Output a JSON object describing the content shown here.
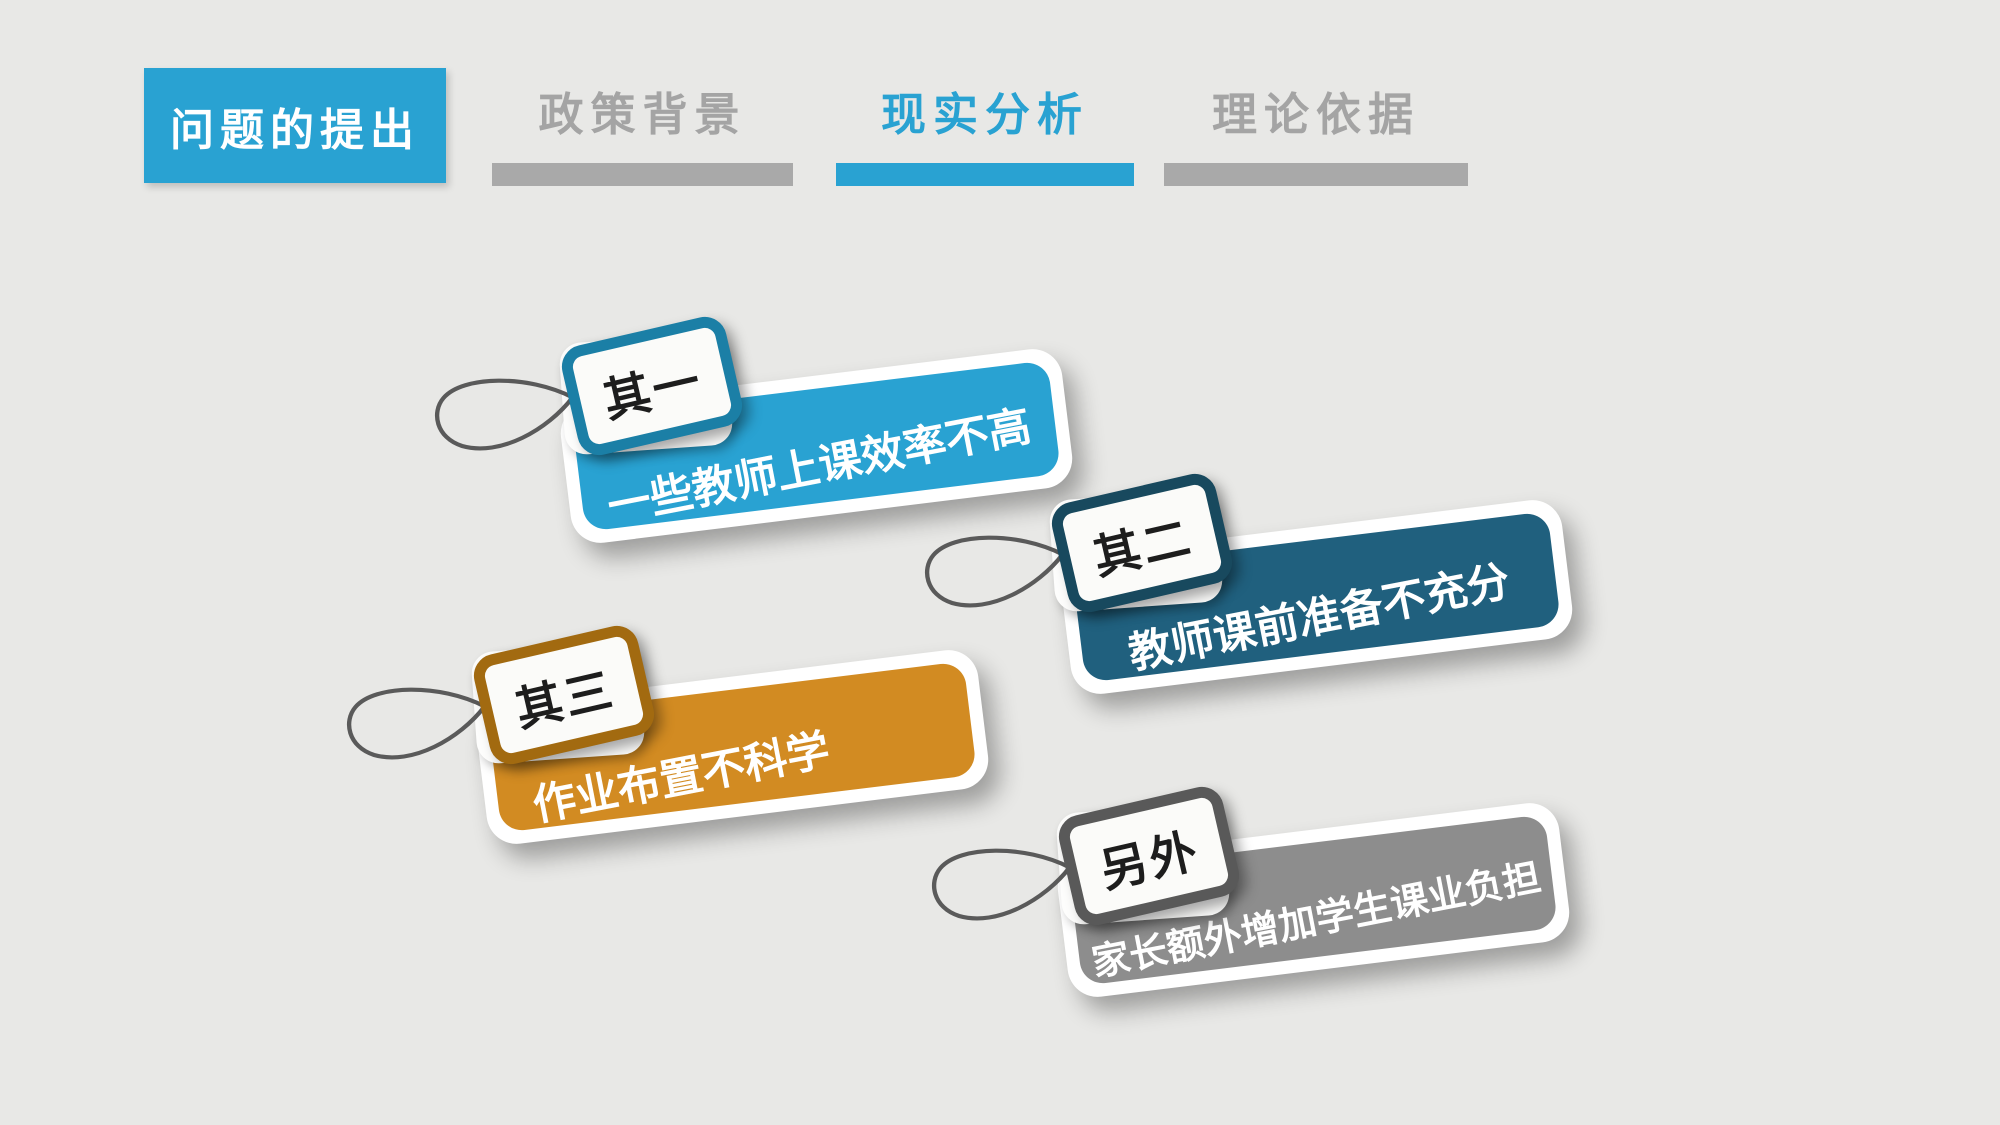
{
  "slide": {
    "background": "#e8e8e6"
  },
  "tabs": [
    {
      "label": "问题的提出",
      "state": "active"
    },
    {
      "label": "政策背景",
      "state": "inactive"
    },
    {
      "label": "现实分析",
      "state": "highlighted"
    },
    {
      "label": "理论依据",
      "state": "inactive"
    }
  ],
  "notes": [
    {
      "tag_label": "其一",
      "text": "一些教师上课效率不高",
      "fill": "#29a2d2",
      "tag_border": "#1b7fa6"
    },
    {
      "tag_label": "其二",
      "text": "教师课前准备不充分",
      "fill": "#20607e",
      "tag_border": "#18495e"
    },
    {
      "tag_label": "其三",
      "text": "作业布置不科学",
      "fill": "#d28b22",
      "tag_border": "#a26a10"
    },
    {
      "tag_label": "另外",
      "text": "家长额外增加学生课业负担",
      "fill": "#8d8d8d",
      "tag_border": "#595959"
    }
  ],
  "colors": {
    "accent_blue": "#29a2d2",
    "inactive_text": "#a4a4a4",
    "inactive_bar": "#a9a9a9",
    "string": "#5a5a5a",
    "tag_text": "#1d1d1d",
    "card_text": "#ffffff"
  }
}
